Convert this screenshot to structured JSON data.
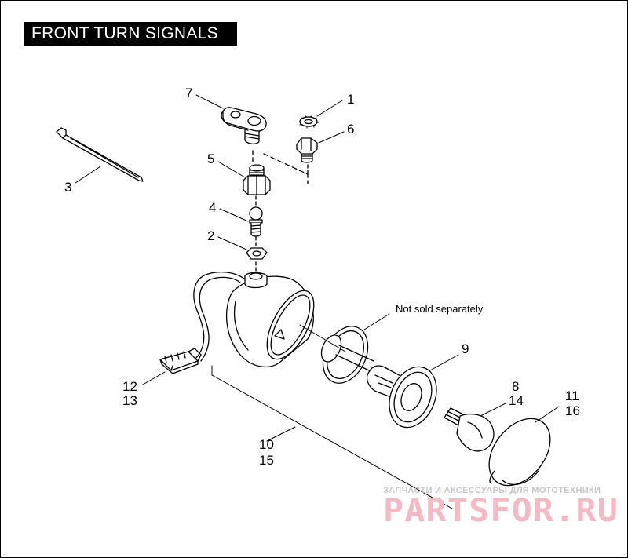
{
  "title": "FRONT TURN SIGNALS",
  "labels": {
    "l1": "1",
    "l2": "2",
    "l3": "3",
    "l4": "4",
    "l5": "5",
    "l6": "6",
    "l7": "7",
    "l9": "9",
    "l8": "8",
    "l14": "14",
    "l11": "11",
    "l16": "16",
    "l12": "12",
    "l13": "13",
    "l10": "10",
    "l15": "15"
  },
  "note": "Not sold separately",
  "watermark": {
    "tagline": "ЗАПЧАСТИ И АКСЕССУАРЫ ДЛЯ МОТОТЕХНИКИ",
    "brand": "PARTSFOR.RU"
  },
  "colors": {
    "ink": "#000000",
    "background": "#ffffff",
    "watermark": "#f4b9c2"
  }
}
